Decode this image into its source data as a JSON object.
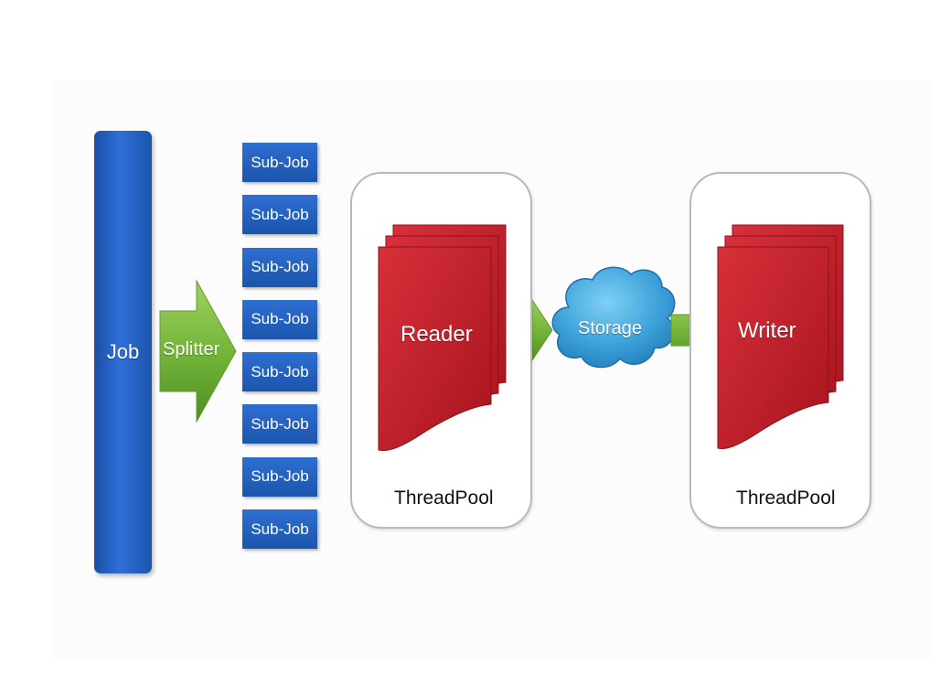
{
  "job": {
    "label": "Job"
  },
  "splitter": {
    "label": "Splitter"
  },
  "sub_jobs": [
    "Sub-Job",
    "Sub-Job",
    "Sub-Job",
    "Sub-Job",
    "Sub-Job",
    "Sub-Job",
    "Sub-Job",
    "Sub-Job"
  ],
  "reader": {
    "label": "Reader",
    "pool_label": "ThreadPool"
  },
  "storage": {
    "label": "Storage"
  },
  "writer": {
    "label": "Writer",
    "pool_label": "ThreadPool"
  },
  "colors": {
    "job_blue": "#2460c0",
    "arrow_green": "#74b63a",
    "doc_red": "#c0202a",
    "cloud_blue": "#3a9fd8",
    "box_border": "#b9b9b9"
  },
  "icons": {
    "split_arrow": "arrow-right-icon",
    "reader_docs": "document-stack-icon",
    "storage": "cloud-icon",
    "writer_docs": "document-stack-icon"
  }
}
